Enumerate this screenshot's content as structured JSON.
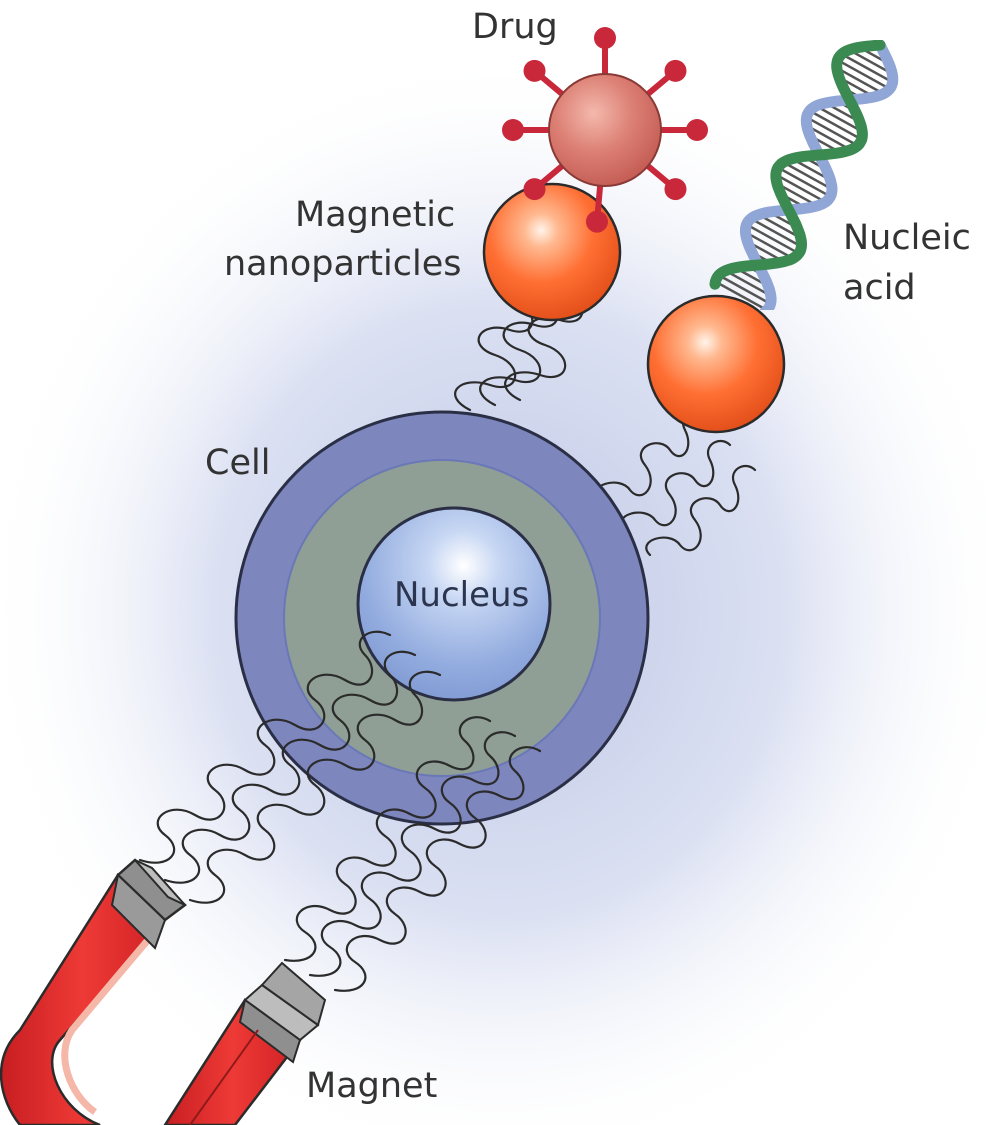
{
  "labels": {
    "drug": "Drug",
    "magnetic_nanoparticles": [
      "Magnetic",
      "nanoparticles"
    ],
    "nucleic_acid": [
      "Nucleic",
      "acid"
    ],
    "cell": "Cell",
    "nucleus": "Nucleus",
    "magnet": "Magnet"
  },
  "colors": {
    "background_glow": "#c3cce6",
    "cell_membrane": "#7d86bd",
    "cytoplasm": "#8f9f95",
    "nucleus": "#9db4e3",
    "nanoparticle": "#ff6a2e",
    "drug": "#d9776d",
    "drug_tips": "#c8283a",
    "dna_strand_green": "#3b8a52",
    "dna_strand_blue": "#8fa6d6",
    "magnet_body": "#e02a2a",
    "magnet_pole": "#9b9b9b"
  },
  "icons": [
    "drug-icon",
    "nanoparticle-icon",
    "dna-icon",
    "cell-icon",
    "magnet-icon"
  ]
}
